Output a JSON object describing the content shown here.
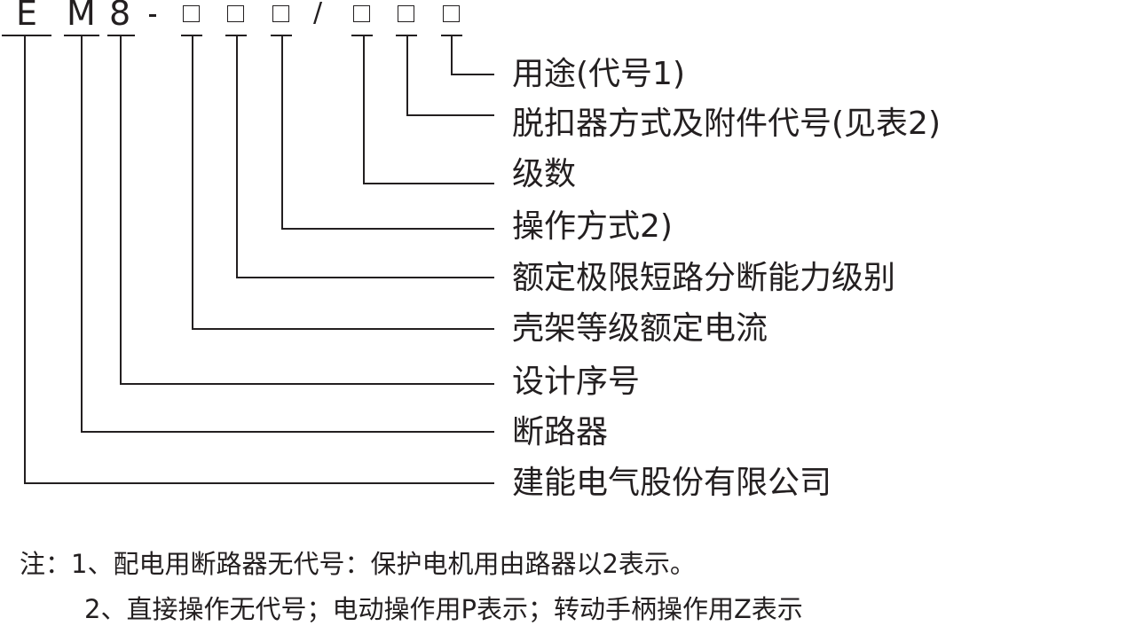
{
  "code": {
    "letters": [
      "E",
      "M",
      "8"
    ],
    "separator": "/"
  },
  "labels": [
    "用途(代号1)",
    "脱扣器方式及附件代号(见表2)",
    "级数",
    "操作方式2)",
    "额定极限短路分断能力级别",
    "壳架等级额定电流",
    "设计序号",
    "断路器",
    "建能电气股份有限公司"
  ],
  "notes": [
    "注：1、配电用断路器无代号：保护电机用由路器以2表示。",
    "2、直接操作无代号；电动操作用P表示；转动手柄操作用Z表示"
  ],
  "line_color": "#231f20"
}
